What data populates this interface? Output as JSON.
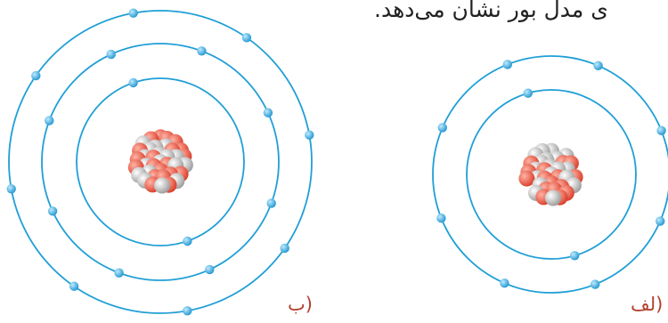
{
  "caption": "ی مدل بور نشان می‌دهد.",
  "labels": {
    "left_model": "ب)",
    "right_model": "لف)"
  },
  "colors": {
    "orbit": "#1f9fd6",
    "electron": "#3bb4ea",
    "electron_highlight": "#bfeaff",
    "proton": "#e8503c",
    "neutron": "#bdbdbd",
    "label": "#b3402e"
  },
  "atoms": [
    {
      "id": "atom-b",
      "shells": [
        {
          "electrons": 2
        },
        {
          "electrons": 8
        },
        {
          "electrons": 8
        }
      ]
    },
    {
      "id": "atom-alef",
      "shells": [
        {
          "electrons": 2
        },
        {
          "electrons": 8
        }
      ]
    }
  ]
}
